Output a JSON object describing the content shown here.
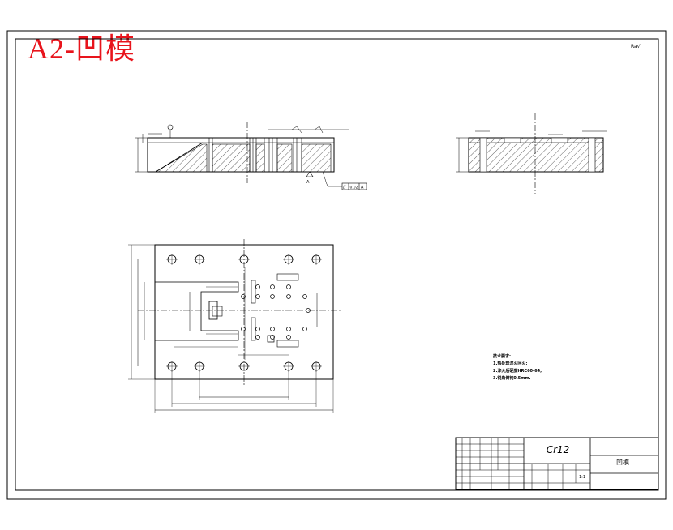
{
  "drawing": {
    "title": "A2-凹模",
    "roughness_symbol": "Ra√",
    "datum_label": "A",
    "tolerance_frame": [
      "//",
      "0.02",
      "A"
    ]
  },
  "tech_notes": {
    "heading": "技术要求:",
    "items": [
      "1.热处理淬火回火;",
      "2.淬火后硬度HRC60-64;",
      "3.锐角倒钝0.5mm."
    ]
  },
  "title_block": {
    "material": "Cr12",
    "part_name": "凹模",
    "scale": "1:1"
  },
  "colors": {
    "title_red": "#e8141c",
    "line": "#000000",
    "background": "#ffffff"
  }
}
